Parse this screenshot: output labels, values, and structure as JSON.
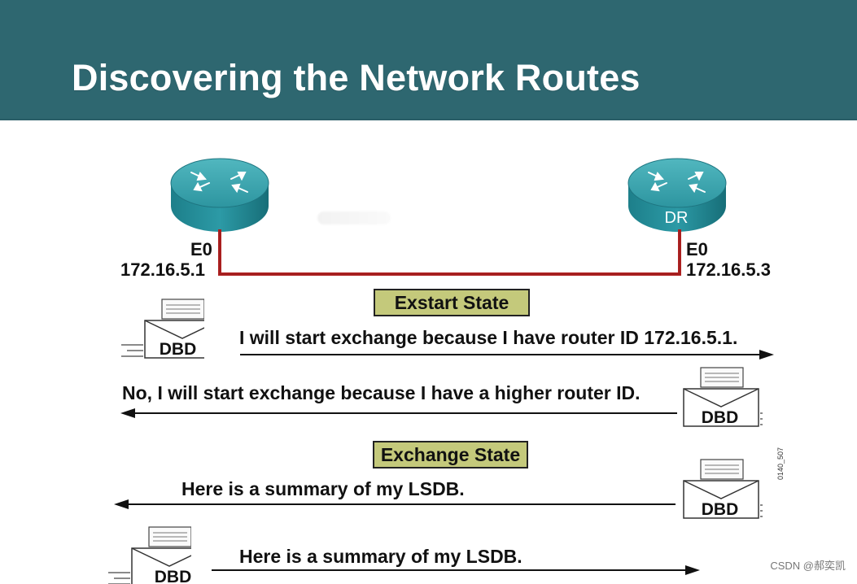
{
  "page": {
    "title": "Discovering the Network Routes",
    "header_color": "#2e6770",
    "state_box_color": "#c4c97b"
  },
  "network": {
    "left_router": {
      "interface_label": "E0",
      "ip_address": "172.16.5.1",
      "icon": "router-icon"
    },
    "right_router": {
      "name": "DR",
      "interface_label": "E0",
      "ip_address": "172.16.5.3",
      "icon": "router-icon"
    },
    "link_color": "#b22222"
  },
  "states": {
    "exstart": "Exstart State",
    "exchange": "Exchange State"
  },
  "messages": [
    {
      "text": "I will start exchange because I have router ID 172.16.5.1.",
      "direction": "right"
    },
    {
      "text": "No, I will start exchange because I have a higher router ID.",
      "direction": "left"
    },
    {
      "text": "Here is a summary of my LSDB.",
      "direction": "left"
    },
    {
      "text": "Here is a summary of my LSDB.",
      "direction": "right"
    }
  ],
  "packet_label": "DBD",
  "figure_id": "0140_507",
  "watermark": "CSDN @郝奕凯"
}
